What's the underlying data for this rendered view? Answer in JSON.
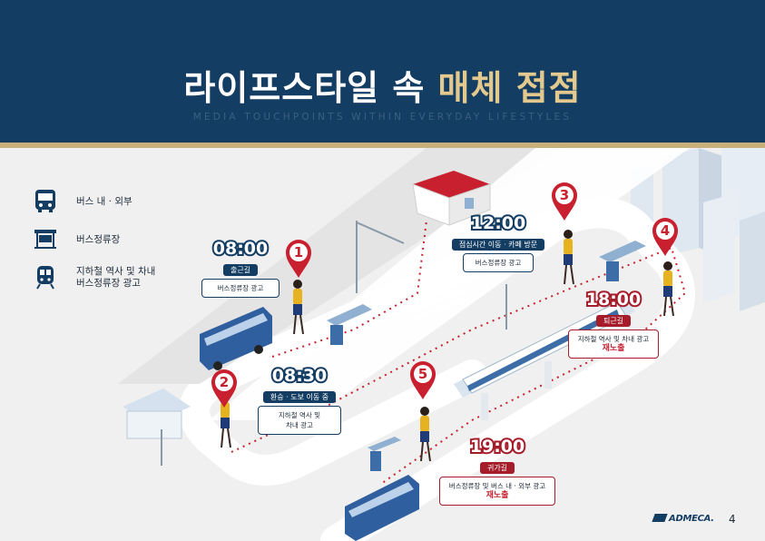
{
  "header": {
    "title_main": "라이프스타일 속 ",
    "title_highlight": "매체 접점",
    "subtitle": "MEDIA TOUCHPOINTS WITHIN EVERYDAY LIFESTYLES"
  },
  "legend": [
    {
      "icon": "bus-icon",
      "label": "버스 내 · 외부"
    },
    {
      "icon": "bus-stop-icon",
      "label": "버스정류장"
    },
    {
      "icon": "subway-icon",
      "label": "지하철 역사 및 차내\n버스정류장 광고"
    }
  ],
  "steps": [
    {
      "num": "1",
      "time": "08:00",
      "tag": "출근길",
      "text": "버스정류장 광고",
      "reexpose": ""
    },
    {
      "num": "2",
      "time": "08:30",
      "tag": "환승 · 도보 이동 중",
      "text": "지하철 역사 및\n차내 광고",
      "reexpose": ""
    },
    {
      "num": "3",
      "time": "12:00",
      "tag": "점심시간 이동 · 카페 방문",
      "text": "버스정류장 광고",
      "reexpose": ""
    },
    {
      "num": "4",
      "time": "18:00",
      "tag": "퇴근길",
      "text": "지하철 역사 및 차내 광고",
      "reexpose": "재노출"
    },
    {
      "num": "5",
      "time": "19:00",
      "tag": "귀가길",
      "text": "버스정류장 및 버스 내 · 외부 광고",
      "reexpose": "재노출"
    }
  ],
  "colors": {
    "navy": "#143d63",
    "gold": "#c9b07a",
    "accent_red": "#c8202e"
  },
  "footer": {
    "brand": "ADMECA.",
    "page": "4"
  }
}
